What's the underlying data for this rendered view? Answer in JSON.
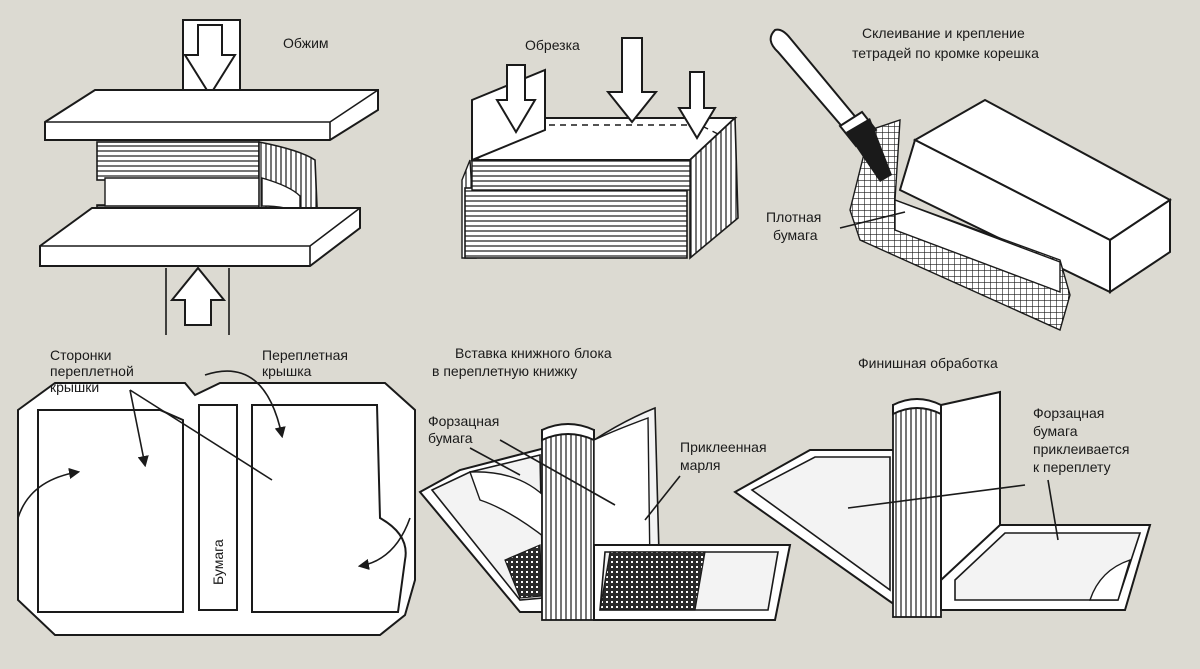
{
  "panels": {
    "press": {
      "title": "Обжим"
    },
    "trim": {
      "title": "Обрезка"
    },
    "glue": {
      "title_line1": "Склеивание и крепление",
      "title_line2": "тетрадей по кромке корешка",
      "paper_line1": "Плотная",
      "paper_line2": "бумага"
    },
    "cover": {
      "sides_line1": "Сторонки",
      "sides_line2": "переплетной",
      "sides_line3": "крышки",
      "cover_line1": "Переплетная",
      "cover_line2": "крышка",
      "paper": "Бумага"
    },
    "insert": {
      "title_line1": "Вставка книжного блока",
      "title_line2": "в переплетную книжку",
      "endpaper_line1": "Форзацная",
      "endpaper_line2": "бумага",
      "gauze_line1": "Приклеенная",
      "gauze_line2": "марля"
    },
    "finish": {
      "title": "Финишная обработка",
      "note_line1": "Форзацная",
      "note_line2": "бумага",
      "note_line3": "приклеивается",
      "note_line4": "к переплету"
    }
  }
}
